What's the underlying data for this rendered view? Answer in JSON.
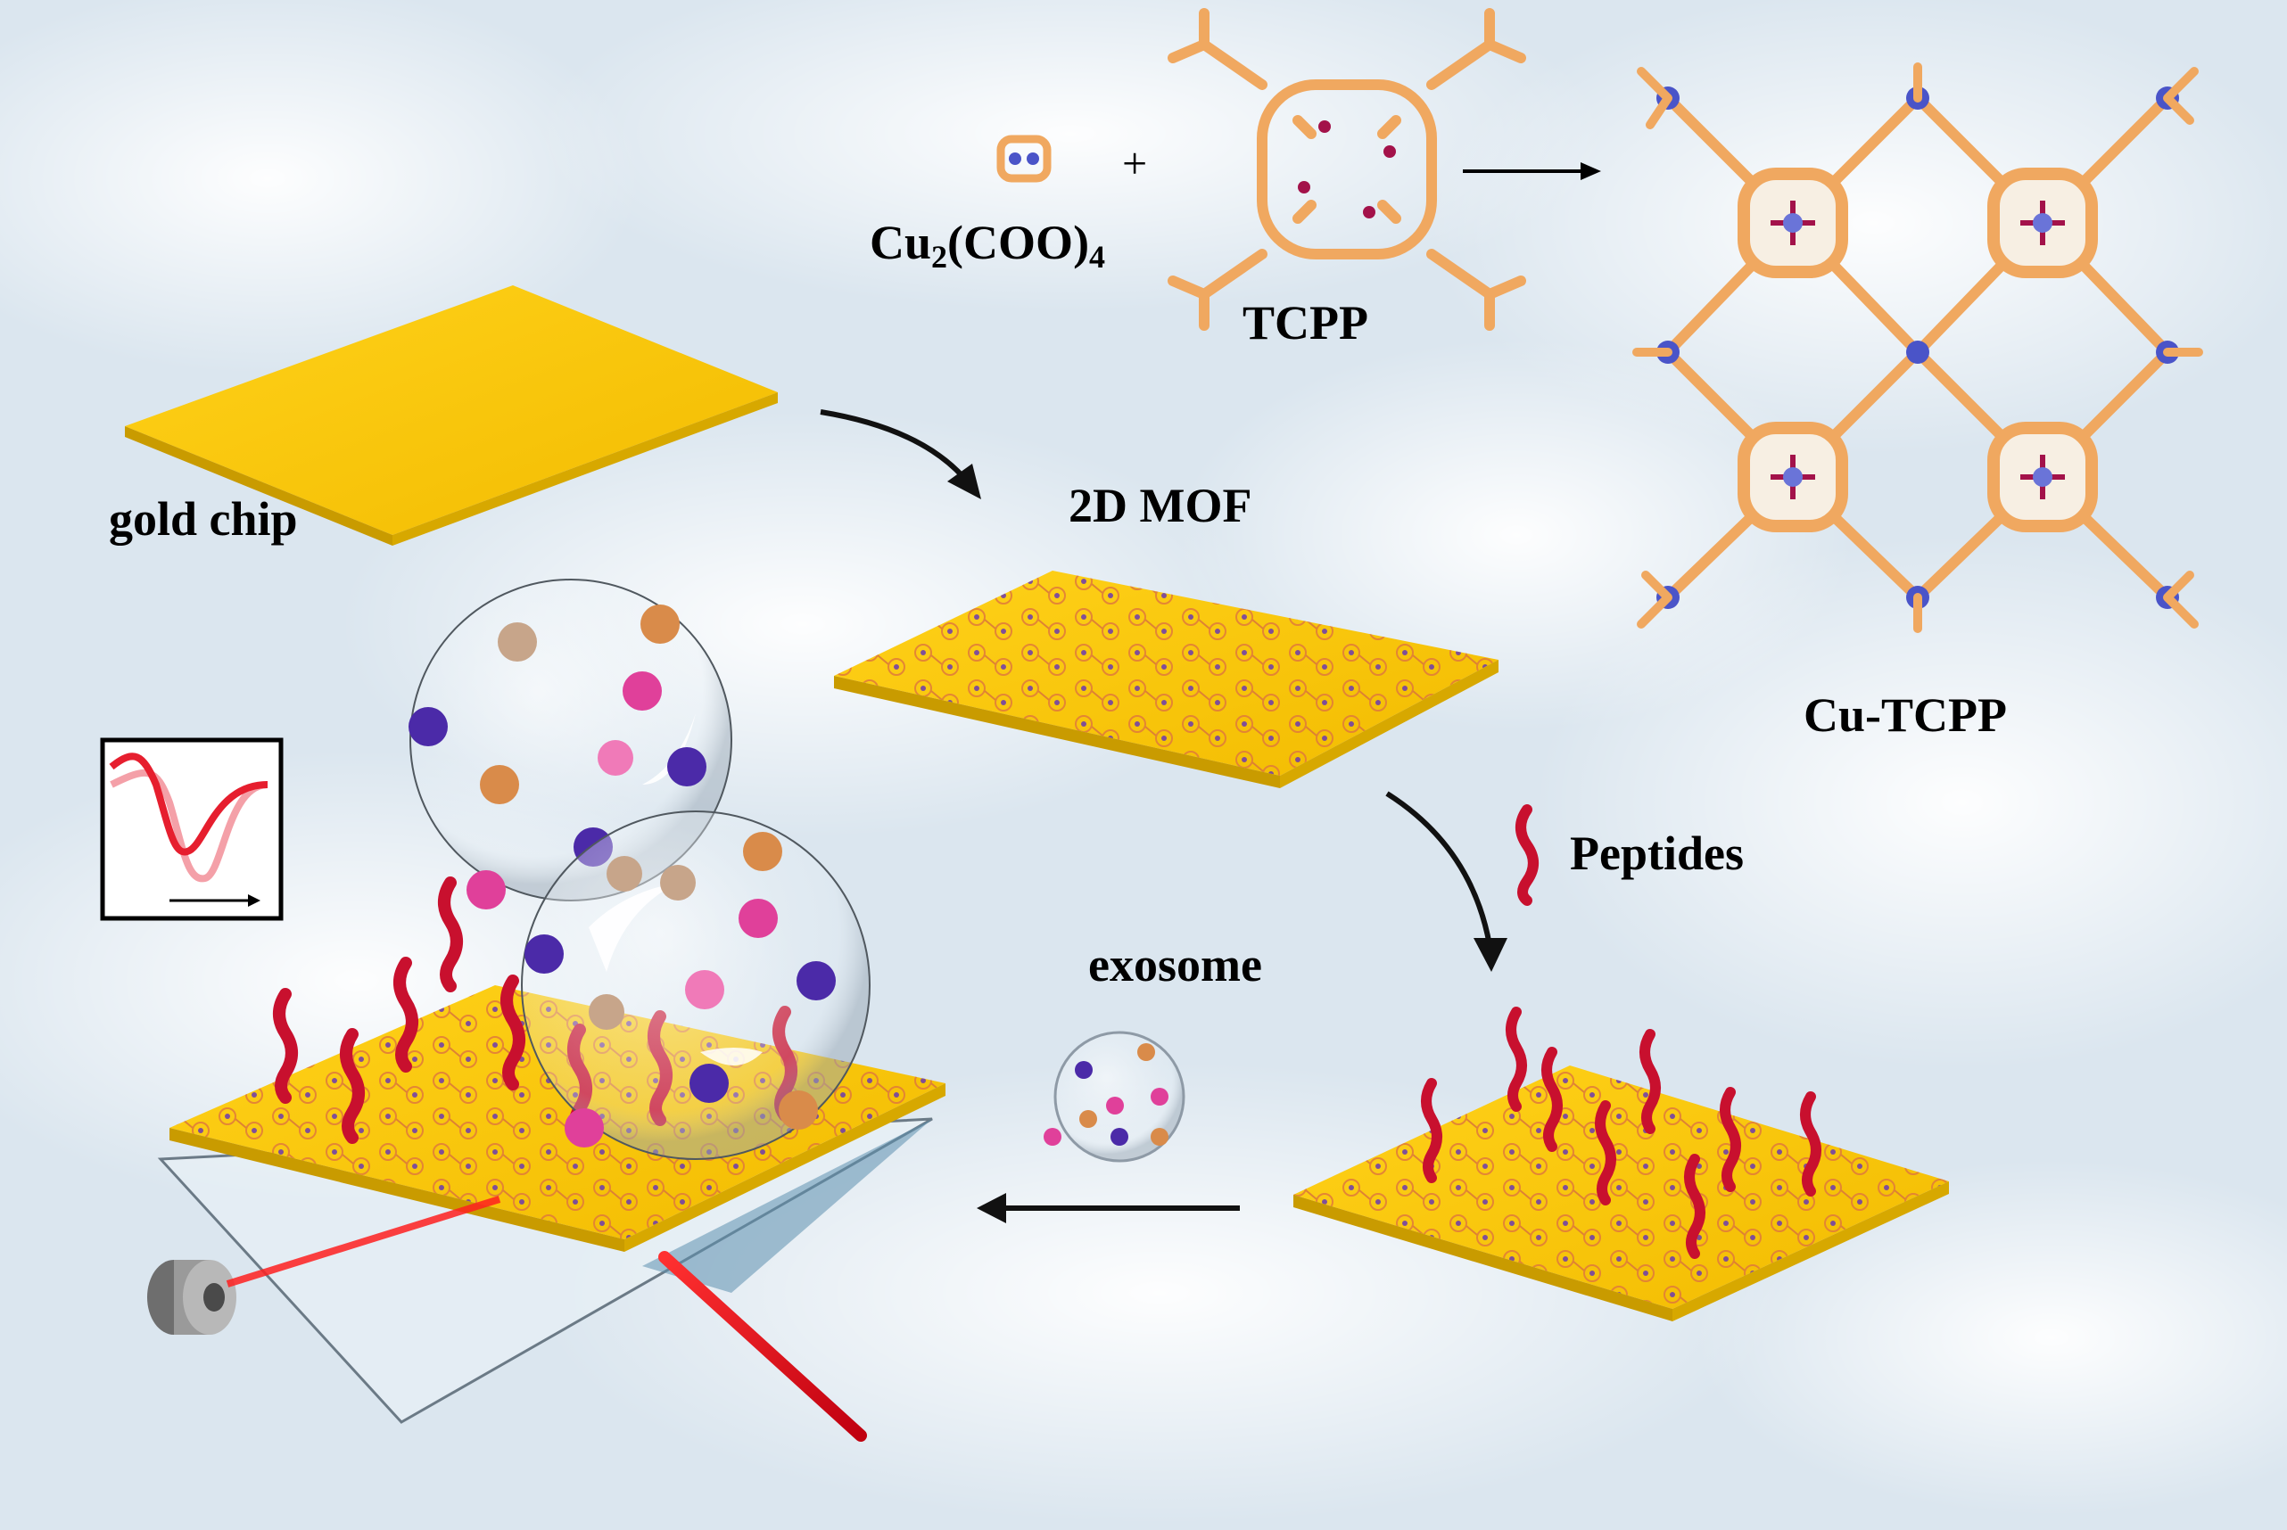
{
  "diagram": {
    "labels": {
      "cu_paddlewheel": "Cu2(COO)4",
      "plus": "+",
      "tcpp": "TCPP",
      "gold_chip": "gold chip",
      "mof_2d": "2D MOF",
      "cu_tcpp": "Cu-TCPP",
      "peptides": "Peptides",
      "exosome": "exosome"
    },
    "colors": {
      "gold": "#f5c400",
      "gold_edge": "#c99b00",
      "linker": "#f0a860",
      "porphyrin_n": "#a3124a",
      "copper": "#4a54c8",
      "peptide": "#c8102e",
      "laser": "#e8101a",
      "sky": "#dbe6ef"
    },
    "icons": [
      "arrow-icon",
      "laser-source-icon",
      "resonance-curve-icon",
      "prism-icon"
    ]
  }
}
